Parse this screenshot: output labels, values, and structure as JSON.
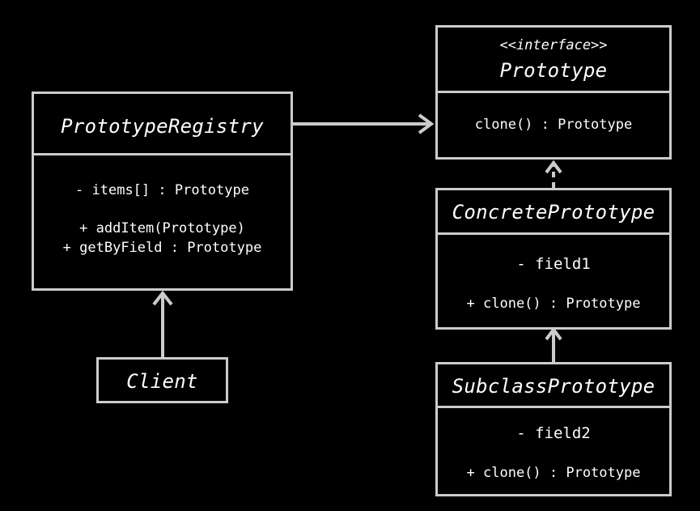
{
  "colors": {
    "background": "#000000",
    "stroke": "#cccccc",
    "text": "#ffffff"
  },
  "registry": {
    "name": "PrototypeRegistry",
    "attribute": "- items[] : Prototype",
    "method1": "+ addItem(Prototype)",
    "method2": "+ getByField : Prototype"
  },
  "client": {
    "name": "Client"
  },
  "prototype": {
    "stereotype": "<<interface>>",
    "name": "Prototype",
    "method": "clone() : Prototype"
  },
  "concrete": {
    "name": "ConcretePrototype",
    "field": "- field1",
    "method": "+ clone() : Prototype"
  },
  "subclass": {
    "name": "SubclassPrototype",
    "field": "- field2",
    "method": "+ clone() : Prototype"
  }
}
